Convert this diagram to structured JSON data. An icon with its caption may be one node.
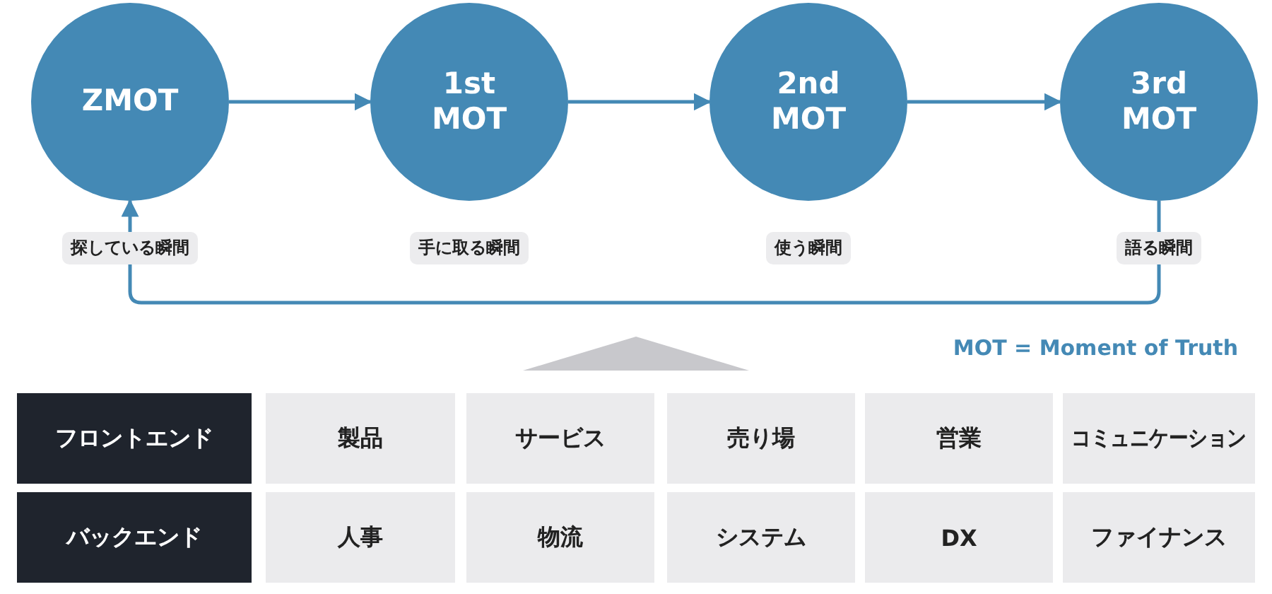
{
  "diagram": {
    "nodes": [
      {
        "text": [
          "ZMOT"
        ],
        "beside": [
          "探している瞬間"
        ]
      },
      {
        "text": [
          "1st MOT"
        ],
        "beside": [
          "手に取る瞬間"
        ]
      },
      {
        "text": [
          "2nd MOT"
        ],
        "beside": [
          "使う瞬間"
        ]
      },
      {
        "text": [
          "3rd MOT"
        ],
        "beside": [
          "語る瞬間"
        ]
      },
      {
        "text": [],
        "shape": "triangle"
      }
    ],
    "edges": [
      {
        "from": 0,
        "to": 1,
        "arrow": "to"
      },
      {
        "from": 1,
        "to": 2,
        "arrow": "to"
      },
      {
        "from": 2,
        "to": 3,
        "arrow": "to"
      },
      {
        "from": 3,
        "to": 0,
        "arrow": "to"
      }
    ],
    "labels": [
      "MOT = Moment of Truth",
      "フロントエンド",
      "製品",
      "サービス",
      "売り場",
      "営業",
      "コミュニケーション",
      "バックエンド",
      "人事",
      "物流",
      "システム",
      "DX",
      "ファイナンス"
    ]
  }
}
